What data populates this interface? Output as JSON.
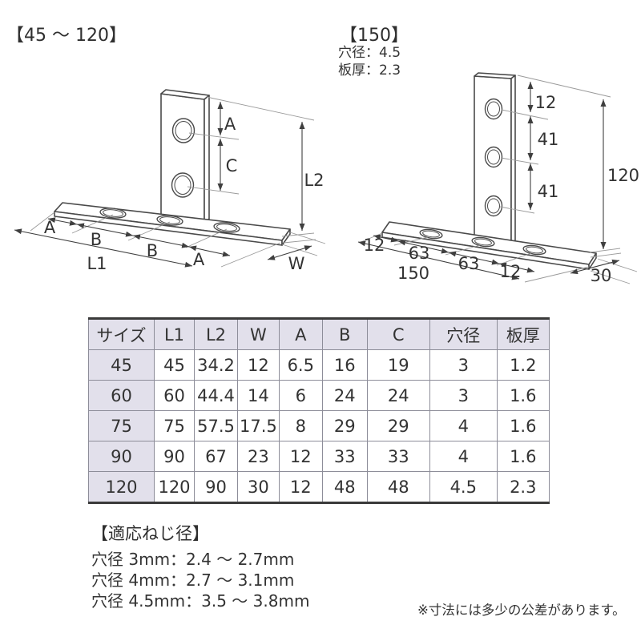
{
  "colors": {
    "line": "#4a4a4a",
    "dim_line": "#3f3f3f",
    "extension_line": "#9a9a9a",
    "text": "#333333",
    "table_header_bg": "#e2e0eb",
    "table_border_dark": "#3a3a3a",
    "table_border_light": "#8d8d99"
  },
  "diagram_left": {
    "title": "【45 〜 120】",
    "labels": {
      "a_vertical": "A",
      "c_vertical": "C",
      "l2": "L2",
      "a_left": "A",
      "b_left": "B",
      "b_right": "B",
      "a_right": "A",
      "l1": "L1",
      "w": "W"
    }
  },
  "diagram_right": {
    "title": "【150】",
    "spec": {
      "hole": "穴径：4.5",
      "thickness": "板厚：2.3"
    },
    "labels": {
      "top_offset": "12",
      "pitch_upper": "41",
      "pitch_lower": "41",
      "height": "120",
      "base_left_offset": "12",
      "base_pitch_left": "63",
      "base_pitch_right": "63",
      "base_right_offset": "12",
      "base_length": "150",
      "base_width": "30"
    }
  },
  "size_table": {
    "headers": [
      "サイズ",
      "L1",
      "L2",
      "W",
      "A",
      "B",
      "C",
      "穴径",
      "板厚"
    ],
    "rows": [
      [
        "45",
        "45",
        "34.2",
        "12",
        "6.5",
        "16",
        "19",
        "3",
        "1.2"
      ],
      [
        "60",
        "60",
        "44.4",
        "14",
        "6",
        "24",
        "24",
        "3",
        "1.6"
      ],
      [
        "75",
        "75",
        "57.5",
        "17.5",
        "8",
        "29",
        "29",
        "4",
        "1.6"
      ],
      [
        "90",
        "90",
        "67",
        "23",
        "12",
        "33",
        "33",
        "4",
        "1.6"
      ],
      [
        "120",
        "120",
        "90",
        "30",
        "12",
        "48",
        "48",
        "4.5",
        "2.3"
      ]
    ]
  },
  "screw_section": {
    "title": "【適応ねじ径】",
    "lines": [
      "穴径 3mm：2.4 〜 2.7mm",
      "穴径 4mm：2.7 〜 3.1mm",
      "穴径 4.5mm：3.5 〜 3.8mm"
    ]
  },
  "footnote": "※寸法には多少の公差があります。"
}
